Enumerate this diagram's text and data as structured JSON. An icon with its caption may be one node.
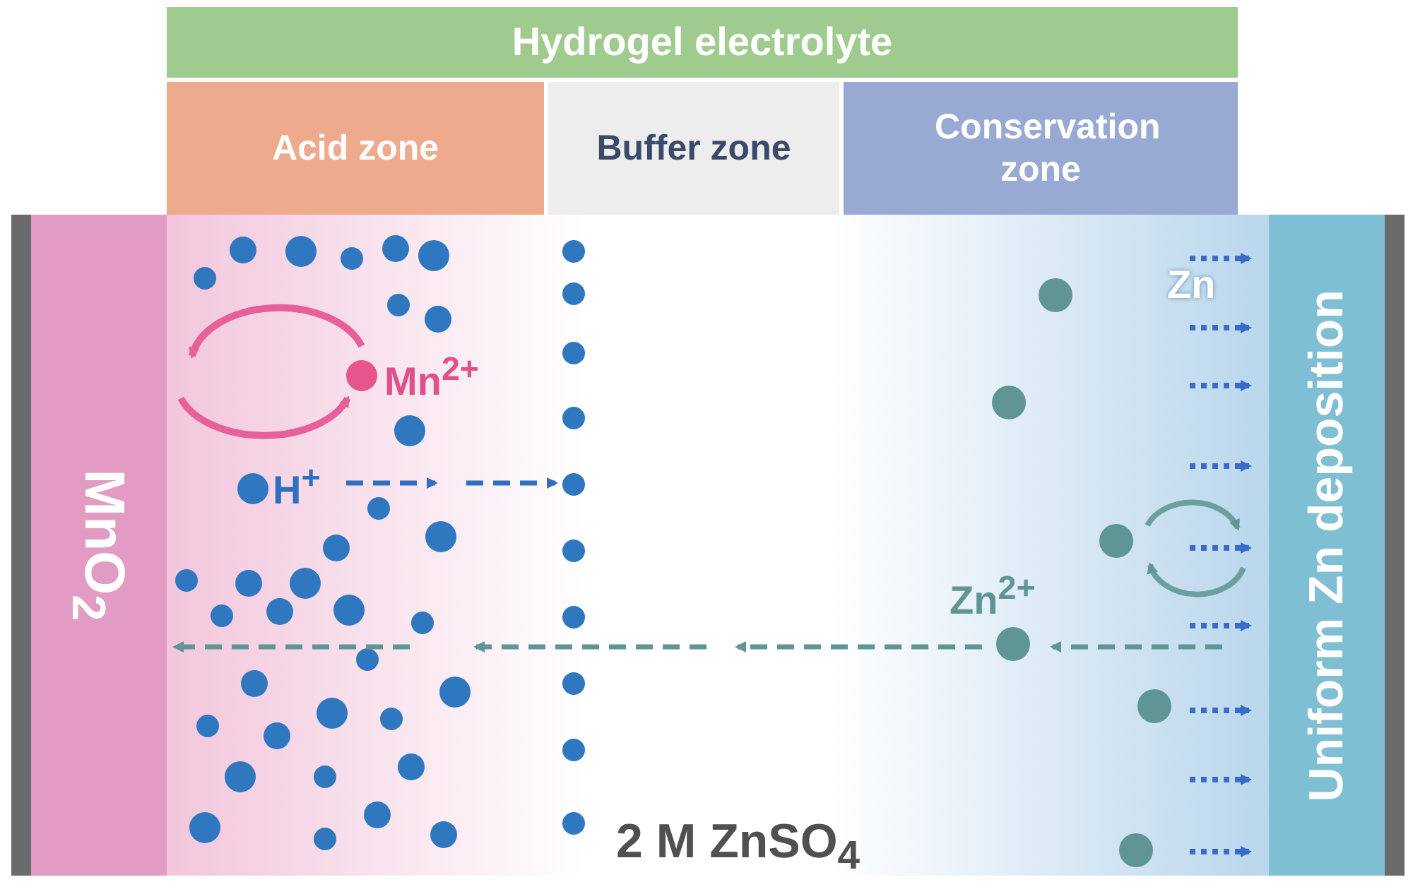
{
  "diagram": {
    "nodes": [
      {
        "text": [
          "Hydrogel electrolyte"
        ]
      },
      {
        "text": [
          "Acid zone"
        ]
      },
      {
        "text": [
          "Buffer zone"
        ]
      },
      {
        "text": [
          "Conservation zone"
        ]
      },
      {
        "text": [
          "MnO$_{2}$"
        ]
      },
      {
        "text": [
          "Uniform Zn deposition"
        ]
      }
    ],
    "labels": [
      "Mn$^{2+}$",
      "H$^{+}$",
      "Zn",
      "Zn$^{2+}$",
      "2 M ZnSO$_{4}$"
    ]
  }
}
